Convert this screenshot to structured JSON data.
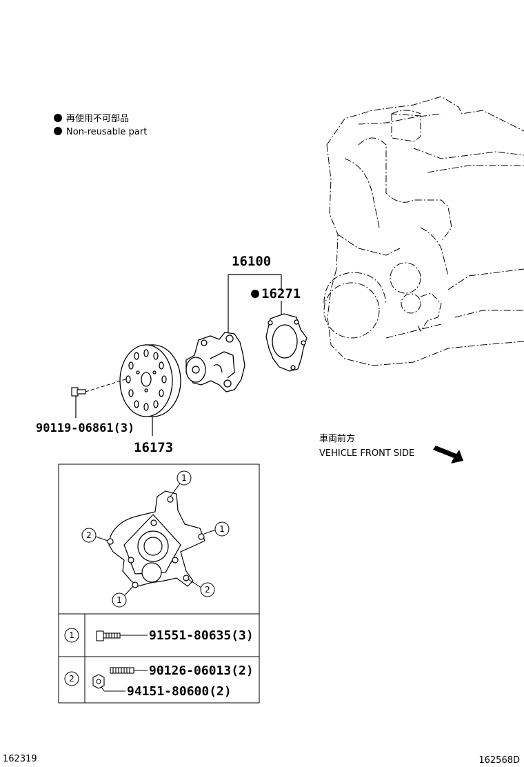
{
  "legend": {
    "ja": "再使用不可部品",
    "en": "Non-reusable part"
  },
  "parts": {
    "water_pump_assy": "16100",
    "gasket": "16271",
    "bolt": "90119-06861(3)",
    "pulley": "16173"
  },
  "direction": {
    "ja": "車両前方",
    "en": "VEHICLE FRONT SIDE"
  },
  "detail": {
    "markers": [
      "1",
      "2",
      "1",
      "1",
      "2"
    ],
    "rows": [
      {
        "marker": "1",
        "parts": [
          "91551-80635(3)"
        ]
      },
      {
        "marker": "2",
        "parts": [
          "90126-06013(2)",
          "94151-80600(2)"
        ]
      }
    ]
  },
  "footer": {
    "left_code": "162319",
    "right_code": "162568D"
  }
}
